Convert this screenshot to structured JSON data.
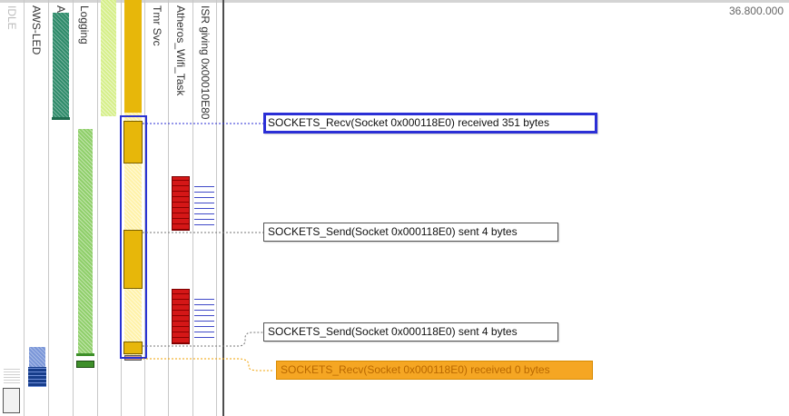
{
  "timeline": {
    "time_readout": "36.800.000",
    "lanes": [
      {
        "id": "idle",
        "label": "IDLE"
      },
      {
        "id": "aws-led",
        "label": "AWS-LED"
      },
      {
        "id": "a",
        "label": "A"
      },
      {
        "id": "logging",
        "label": "Logging"
      },
      {
        "id": "faded",
        "label": ""
      },
      {
        "id": "blank",
        "label": ""
      },
      {
        "id": "tmr-svc",
        "label": "Tmr Svc"
      },
      {
        "id": "atheros",
        "label": "Atheros_Wifi_Task"
      },
      {
        "id": "isr",
        "label": "ISR giving 0x00010E80"
      }
    ],
    "events": [
      {
        "id": "recv-351",
        "text": "SOCKETS_Recv(Socket 0x000118E0) received 351 bytes",
        "selected": true
      },
      {
        "id": "send-4-a",
        "text": "SOCKETS_Send(Socket 0x000118E0) sent 4 bytes"
      },
      {
        "id": "send-4-b",
        "text": "SOCKETS_Send(Socket 0x000118E0) sent 4 bytes"
      },
      {
        "id": "recv-0",
        "text": "SOCKETS_Recv(Socket 0x000118E0) received 0 bytes",
        "warning": true
      }
    ]
  },
  "colors": {
    "selection": "#2933d4",
    "running": "#e7b70a",
    "ready": "#fff2a8",
    "isr": "#d41717",
    "warning": "#f5a623"
  }
}
